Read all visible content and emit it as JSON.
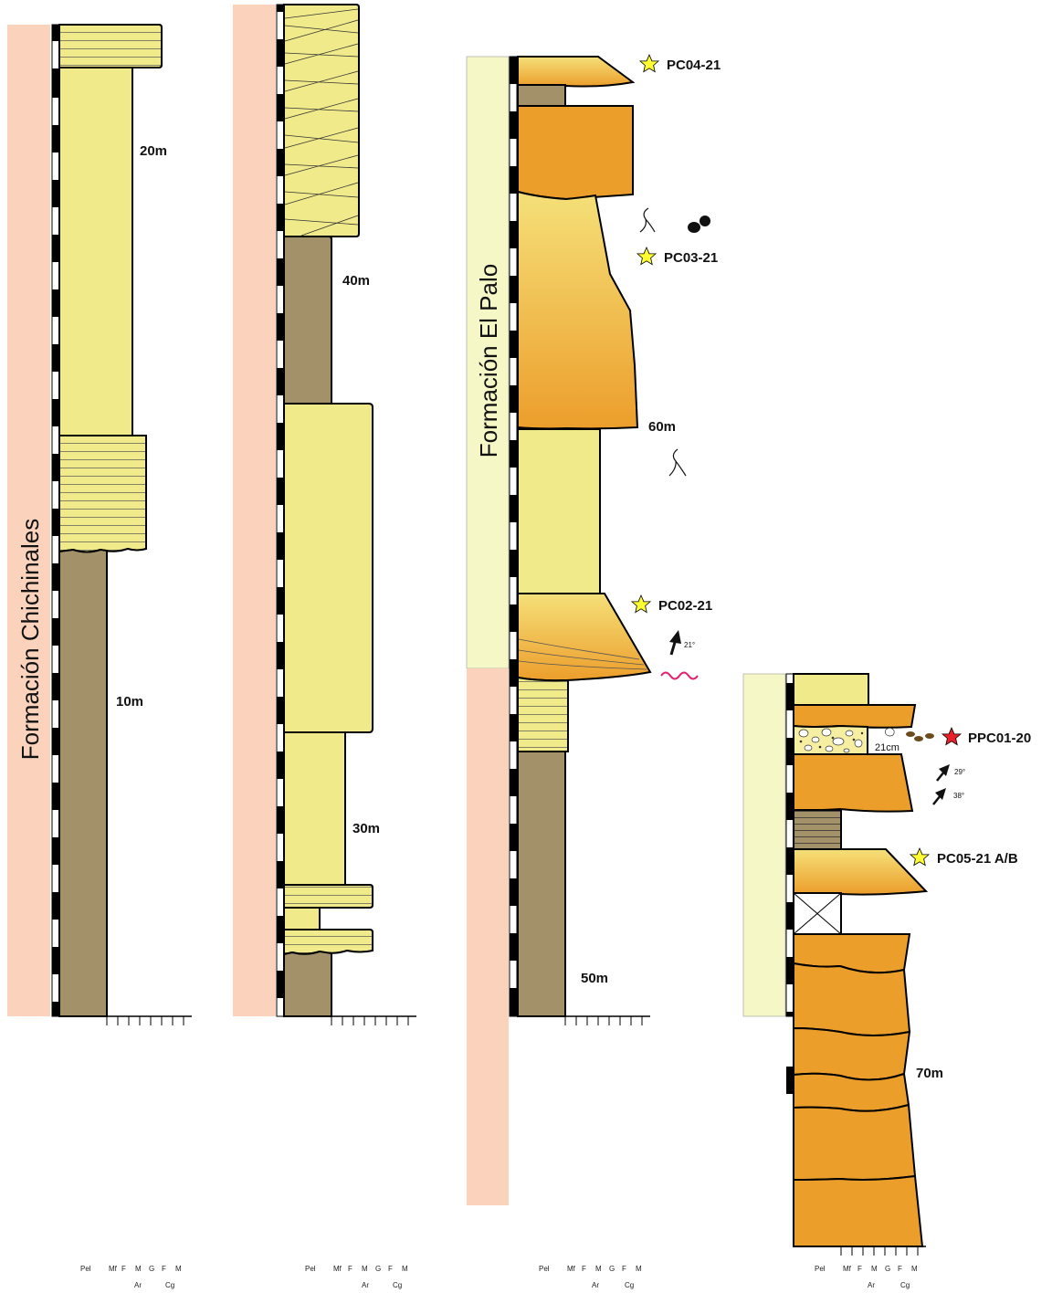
{
  "formations": {
    "chichinales": "Formación Chichinales",
    "el_palo": "Formación El Palo"
  },
  "depth_markers": {
    "m10": "10m",
    "m20": "20m",
    "m30": "30m",
    "m40": "40m",
    "m50": "50m",
    "m60": "60m",
    "m70": "70m"
  },
  "samples": {
    "pc04": "PC04-21",
    "pc03": "PC03-21",
    "pc02": "PC02-21",
    "ppc01": "PPC01-20",
    "pc05": "PC05-21 A/B"
  },
  "annotations": {
    "dip1": "21°",
    "dip2": "29°",
    "dip3": "38°",
    "thickness": "21cm"
  },
  "grain_scale": {
    "pel": "Pel",
    "mf": "Mf",
    "f": "F",
    "m": "M",
    "g": "G",
    "cf": "F",
    "cm": "M",
    "ar": "Ar",
    "cg": "Cg"
  },
  "colors": {
    "formation_chichinales": "#fbd3bc",
    "formation_el_palo": "#f5f7c6",
    "mudstone": "#a3916a",
    "sandstone": "#f1ea8a",
    "conglomerate": "#ea9b28",
    "sample_star": "#ffff33",
    "sample_star_fossil": "#e8202a"
  },
  "icons": [
    "root-trace-icon",
    "nodule-icon",
    "paleocurrent-arrow-icon",
    "erosive-surface-icon",
    "star-icon",
    "pebble-icon"
  ]
}
